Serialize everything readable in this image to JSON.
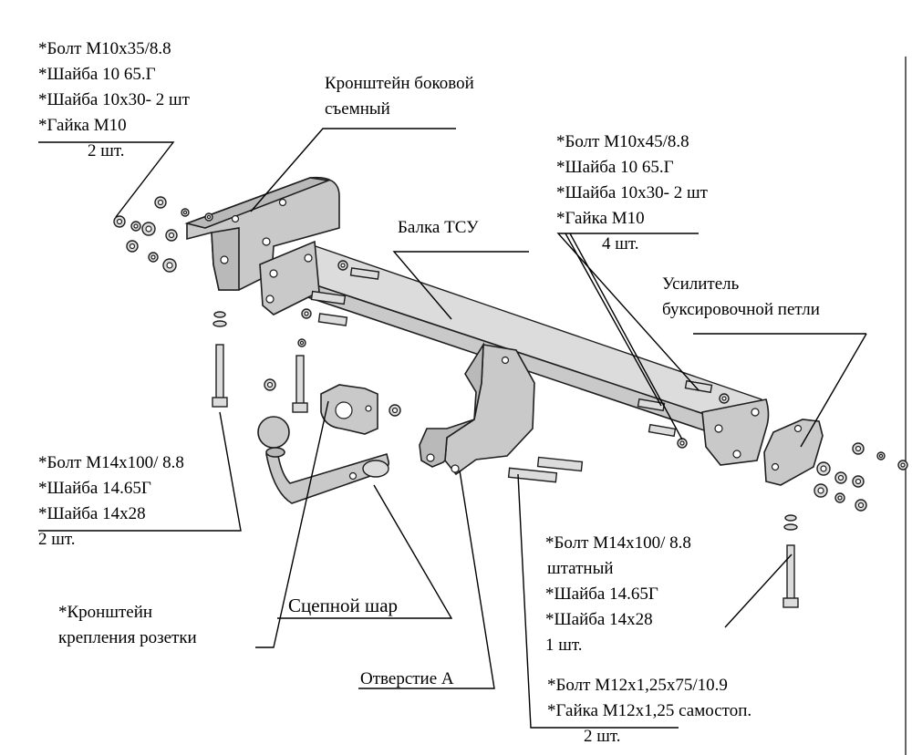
{
  "labels": {
    "top_left": {
      "lines": [
        "*Болт М10х35/8.8",
        "*Шайба 10 65.Г",
        "*Шайба 10х30- 2 шт",
        "*Гайка М10"
      ],
      "qty": "2 шт."
    },
    "side_bracket": {
      "lines": [
        "Кронштейн боковой",
        "съемный"
      ]
    },
    "beam": {
      "lines": [
        "Балка ТСУ"
      ]
    },
    "top_right": {
      "lines": [
        "*Болт М10х45/8.8",
        "*Шайба 10 65.Г",
        "*Шайба 10х30- 2 шт",
        "*Гайка М10"
      ],
      "qty": "4 шт."
    },
    "tow_reinforcement": {
      "lines": [
        "Усилитель",
        "буксировочной петли"
      ]
    },
    "bottom_left": {
      "lines": [
        "*Болт М14х100/ 8.8",
        "*Шайба 14.65Г",
        "*Шайба 14х28",
        "2 шт."
      ]
    },
    "socket_bracket": {
      "lines": [
        "*Кронштейн",
        "крепления розетки"
      ]
    },
    "tow_ball": {
      "lines": [
        "Сцепной шар"
      ]
    },
    "hole_a": {
      "lines": [
        "Отверстие А"
      ]
    },
    "bottom_right_1": {
      "lines": [
        "*Болт М14х100/ 8.8",
        "штатный",
        "*Шайба 14.65Г",
        "*Шайба 14х28",
        "1 шт."
      ]
    },
    "bottom_right_2": {
      "lines": [
        "*Болт М12х1,25х75/10.9",
        "*Гайка М12х1,25 самостоп."
      ],
      "qty": "2 шт."
    }
  }
}
